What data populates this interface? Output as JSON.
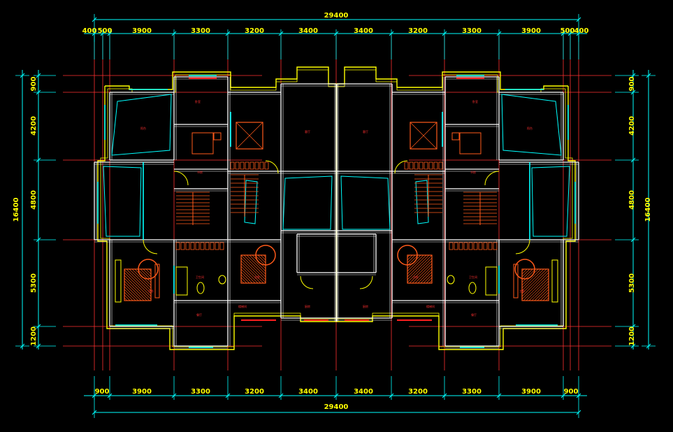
{
  "dimensions": {
    "top_total": "29400",
    "top_segments": [
      "400",
      "500",
      "3900",
      "3300",
      "3200",
      "3400",
      "3400",
      "3200",
      "3300",
      "3900",
      "500",
      "400"
    ],
    "bottom_total": "29400",
    "bottom_segments": [
      "900",
      "3900",
      "3300",
      "3200",
      "3400",
      "3400",
      "3200",
      "3300",
      "3900",
      "900"
    ],
    "left_total": "16400",
    "left_segments": [
      "900",
      "4200",
      "4800",
      "5300",
      "1200"
    ],
    "right_total": "16400",
    "right_segments": [
      "900",
      "4200",
      "4800",
      "5300",
      "1200"
    ]
  },
  "colors": {
    "background": "#000000",
    "dimension_text": "#ffff00",
    "dimension_line": "#00ffff",
    "axis_line": "#ff3030",
    "wall": "#ffffff",
    "outer_wall": "#ffff00",
    "furniture": "#ff5a1a",
    "window": "#00ffff",
    "room_text": "#ff3030"
  },
  "room_labels": [
    "阳台",
    "卧室",
    "客厅",
    "书房",
    "主卧",
    "次卧",
    "卫生间",
    "餐厅",
    "厨房",
    "楼梯间"
  ]
}
